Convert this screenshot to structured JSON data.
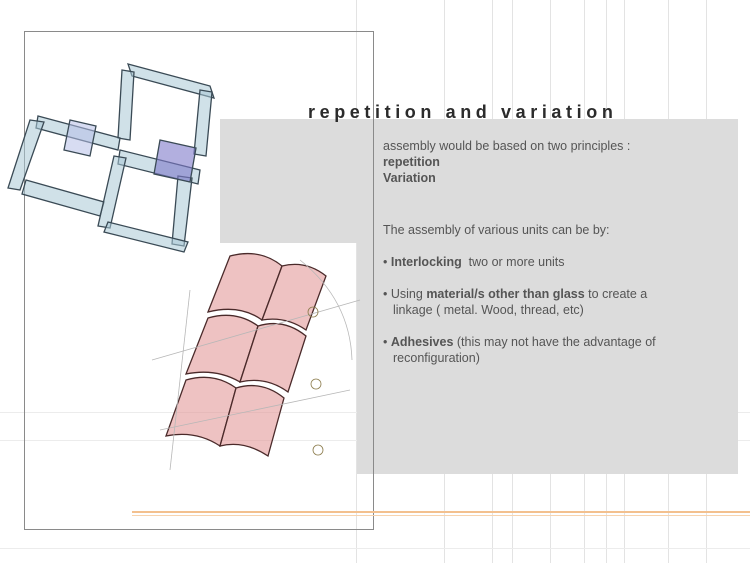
{
  "slide": {
    "title": "repetition and variation",
    "intro": "assembly would be based on two principles :",
    "principle_1": "repetition",
    "principle_2": "Variation",
    "assembly_lead": "The assembly of various units can be by:",
    "bullet_1": {
      "marker": "•",
      "bold": "Interlocking",
      "rest": "  two or more units"
    },
    "bullet_2": {
      "marker": "•",
      "prefix": "Using ",
      "bold": "material/s other than glass",
      "rest": " to create a",
      "line2": "linkage ( metal. Wood, thread, etc)"
    },
    "bullet_3": {
      "marker": "•",
      "bold": "Adhesives",
      "rest": " (this may not have the advantage of",
      "line2": "reconfiguration)"
    }
  },
  "colors": {
    "panel_grey": "#dcdcdc",
    "accent_orange": "#f3c08e",
    "sketch_blue": "#8fb6c9",
    "sketch_red": "#d98a8a"
  }
}
